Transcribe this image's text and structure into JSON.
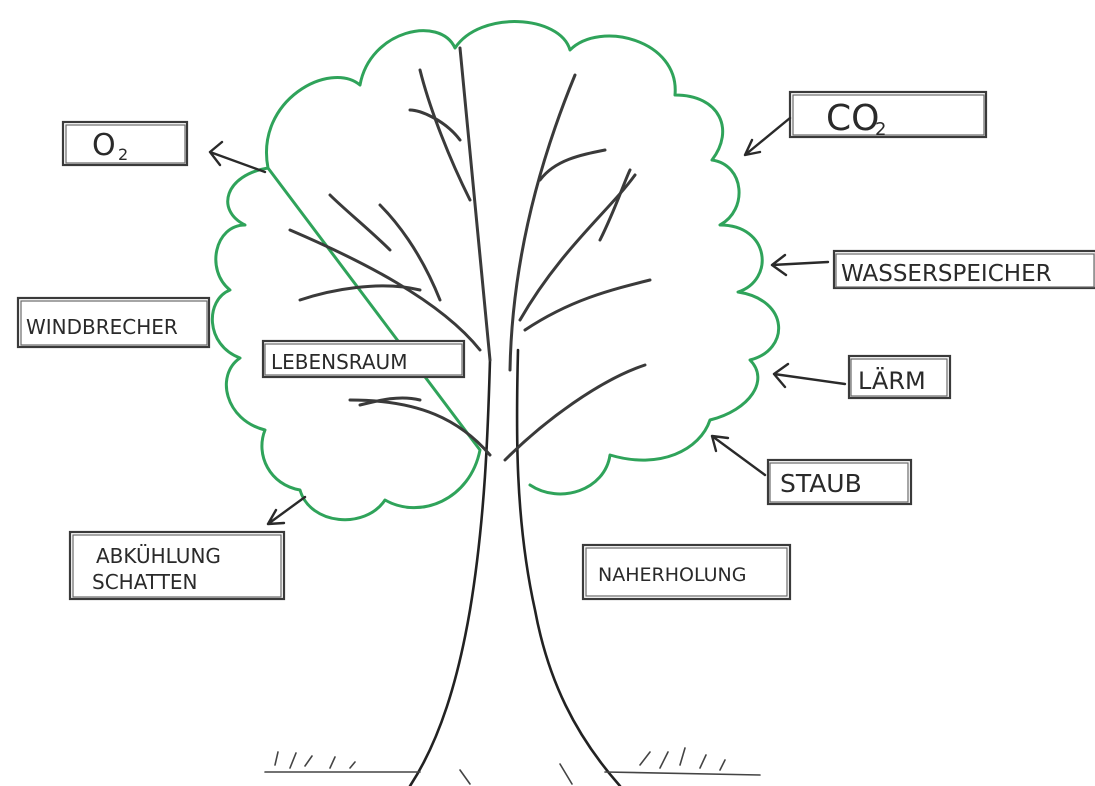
{
  "crown_color": "#2fa35a",
  "outline_color": "#2a2a2a",
  "labels": {
    "co2": {
      "main": "CO",
      "sub": "2"
    },
    "o2": {
      "main": "O",
      "sub": "2"
    },
    "wasserspeicher": "WASSERSPEICHER",
    "windbrecher": "WINDBRECHER",
    "lebensraum": "LEBENSRAUM",
    "laerm": "LÄRM",
    "staub": "STAUB",
    "abkuehlung": "ABKÜHLUNG",
    "schatten": "SCHATTEN",
    "naherholung": "NAHERHOLUNG"
  }
}
